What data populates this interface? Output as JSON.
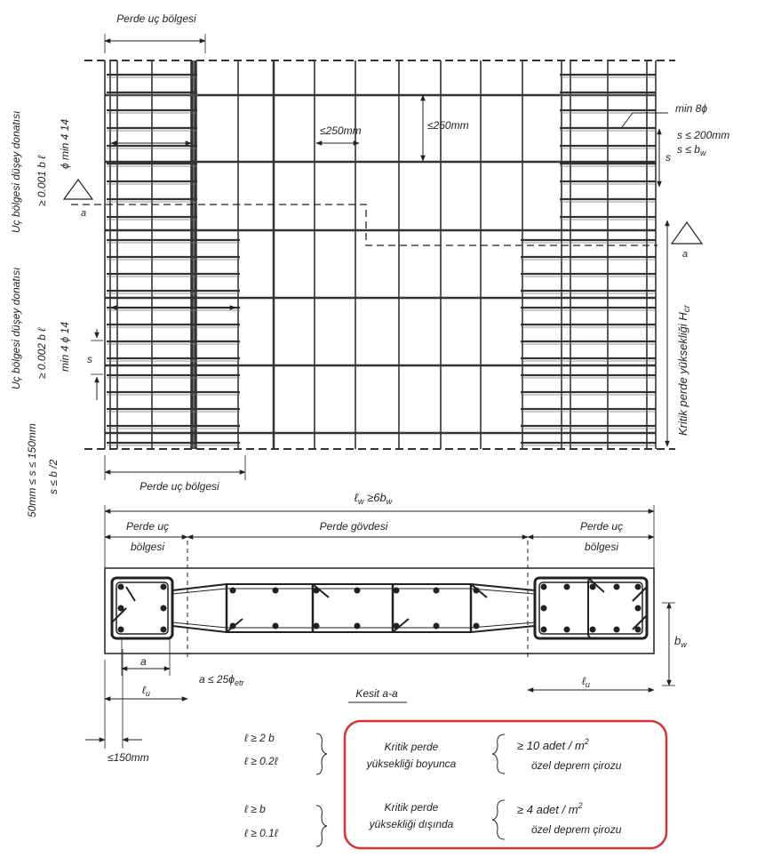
{
  "elevation": {
    "top_label": "Perde uç bölgesi",
    "bottom_label": "Perde uç bölgesi",
    "spacing_horizontal": "≤250mm",
    "spacing_vertical": "≤250mm",
    "tie_label": "min 8ϕ",
    "tie_spacing_1": "s ≤ 200mm",
    "tie_spacing_2": "s ≤ b",
    "tie_spacing_2_sub": "w",
    "s_right": "s",
    "s_left": "s",
    "section_mark_left": "a",
    "section_mark_right": "a",
    "critical_height": "Kritik perde yüksekliği H",
    "critical_height_sub": "cr"
  },
  "left_annotations": {
    "upper": [
      "Uç bölgesi düşey donatısı",
      "≥ 0.001 b ℓ",
      "ϕ  min 4  14"
    ],
    "lower": [
      "Uç bölgesi düşey donatısı",
      "≥ 0.002 b ℓ",
      "min 4 ϕ 14"
    ],
    "bottom": [
      "50mm ≤ s ≤ 150mm",
      "s ≤ b /2"
    ]
  },
  "section": {
    "lw_label": "ℓ",
    "lw_sub": "w",
    "lw_cond": " ≥6b",
    "lw_cond_sub": "w",
    "left_end_1": "Perde uç",
    "left_end_2": "bölgesi",
    "body": "Perde gövdesi",
    "right_end_1": "Perde uç",
    "right_end_2": "bölgesi",
    "bw": "b",
    "bw_sub": "w",
    "a_dim": "a",
    "lu_left": "ℓ",
    "lu_left_sub": "u",
    "lu_right": "ℓ",
    "lu_right_sub": "u",
    "a_cond": "a ≤ 25ϕ",
    "a_cond_sub": "etr",
    "title": "Kesit a-a",
    "cover": "≤150mm"
  },
  "conditions": {
    "row1_left_1": "ℓ  ≥ 2 b",
    "row1_left_2": "ℓ  ≥ 0.2ℓ",
    "row2_left_1": "ℓ  ≥ b",
    "row2_left_2": "ℓ  ≥ 0.1ℓ",
    "row1_mid_1": "Kritik perde",
    "row1_mid_2": "yüksekliği boyunca",
    "row1_right_1": "≥ 10 adet / m",
    "row1_right_sup": "2",
    "row1_right_2": "özel deprem çirozu",
    "row2_mid_1": "Kritik perde",
    "row2_mid_2": "yüksekliği dışında",
    "row2_right_1": "≥ 4 adet / m",
    "row2_right_sup": "2",
    "row2_right_2": "özel deprem çirozu",
    "highlight_color": "#d9303a"
  }
}
